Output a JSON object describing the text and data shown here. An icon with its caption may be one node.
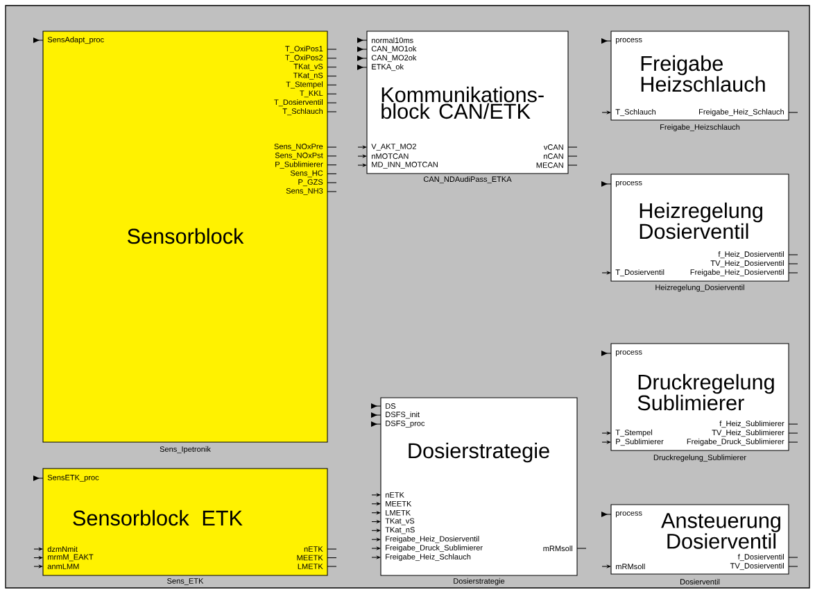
{
  "diagram": {
    "nodes": [
      {
        "text": [
          "SensAdapt_proc",
          "T_OxiPos1",
          "T_OxiPos2",
          "TKat_vS",
          "TKat_nS",
          "T_Stempel",
          "T_KKL",
          "T_Dosierventil",
          "T_Schlauch",
          "Sens_NOxPre",
          "Sens_NOxPst",
          "P_Sublimierer",
          "Sens_HC",
          "P_GZS",
          "Sens_NH3",
          "Sensorblock"
        ],
        "beside": [
          "Sens_Ipetronik"
        ]
      },
      {
        "text": [
          "normal10ms",
          "CAN_MO1ok",
          "CAN_MO2ok",
          "ETKA_ok",
          "Kommunikations- block CAN/ETK",
          "V_AKT_MO2",
          "vCAN",
          "nMOTCAN",
          "nCAN",
          "MD_INN_MOTCAN",
          "MECAN"
        ],
        "beside": [
          "CAN_NDAudiPass_ETKA"
        ]
      },
      {
        "text": [
          "process",
          "Freigabe Heizschlauch",
          "T_Schlauch",
          "Freigabe_Heiz_Schlauch"
        ],
        "beside": [
          "Freigabe_Heizschlauch"
        ]
      },
      {
        "text": [
          "process",
          "Heizregelung Dosierventil",
          "f_Heiz_Dosierventil",
          "TV_Heiz_Dosierventil",
          "T_Dosierventil",
          "Freigabe_Heiz_Dosierventil"
        ],
        "beside": [
          "Heizregelung_Dosierventil"
        ]
      },
      {
        "text": [
          "process",
          "Druckregelung Sublimierer",
          "f_Heiz_Sublimierer",
          "T_Stempel",
          "TV_Heiz_Sublimierer",
          "P_Sublimierer",
          "Freigabe_Druck_Sublimierer"
        ],
        "beside": [
          "Druckregelung_Sublimierer"
        ]
      },
      {
        "text": [
          "DS",
          "DSFS_init",
          "DSFS_proc",
          "Dosierstrategie",
          "nETK",
          "MEETK",
          "LMETK",
          "TKat_vS",
          "TKat_nS",
          "Freigabe_Heiz_Dosierventil",
          "Freigabe_Druck_Sublimierer",
          "mRMsoll",
          "Freigabe_Heiz_Schlauch"
        ],
        "beside": [
          "Dosierstrategie"
        ]
      },
      {
        "text": [
          "SensETK_proc",
          "Sensorblock ETK",
          "dzmNmit",
          "nETK",
          "mrmM_EAKT",
          "MEETK",
          "anmLMM",
          "LMETK"
        ],
        "beside": [
          "Sens_ETK"
        ]
      },
      {
        "text": [
          "process",
          "Ansteuerung Dosierventil",
          "f_Dosierventil",
          "mRMsoll",
          "TV_Dosierventil"
        ],
        "beside": [
          "Dosierventil"
        ]
      }
    ]
  }
}
